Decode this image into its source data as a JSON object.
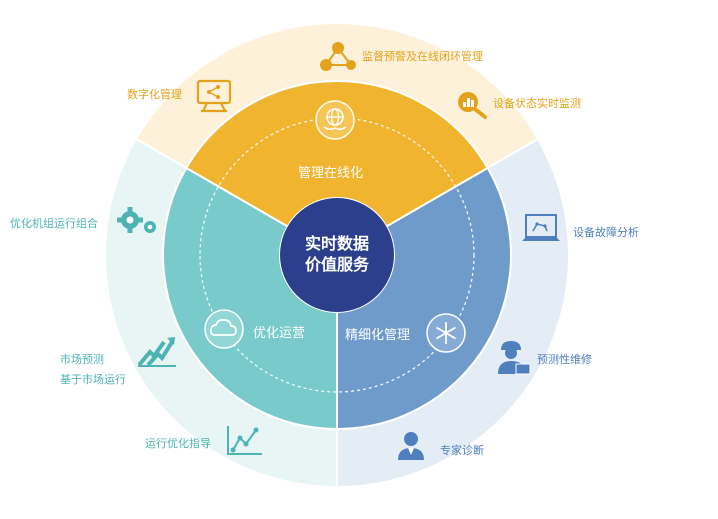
{
  "center": {
    "line1": "实时数据",
    "line2": "价值服务"
  },
  "segments": {
    "top": {
      "label": "管理在线化",
      "color": "#F0B42E",
      "outer_tint": "#FDF1DA"
    },
    "left": {
      "label": "优化运营",
      "color": "#79CBCB",
      "outer_tint": "#E7F5F5"
    },
    "right": {
      "label": "精细化管理",
      "color": "#6F9BCB",
      "outer_tint": "#E4ECF6"
    }
  },
  "center_color": "#2B3F8C",
  "items": {
    "top_left": "数字化管理",
    "top_mid": "监督预警及在线闭环管理",
    "top_right": "设备状态实时监测",
    "left_upper": "优化机组运行组合",
    "left_market_1": "市场预测",
    "left_market_2": "基于市场运行",
    "left_lower": "运行优化指导",
    "right_upper": "设备故障分析",
    "right_mid": "预测性维修",
    "right_lower": "专家诊断"
  },
  "text_colors": {
    "orange": "#E4A21C",
    "teal": "#4DB3B3",
    "blue": "#4F7FBF"
  }
}
